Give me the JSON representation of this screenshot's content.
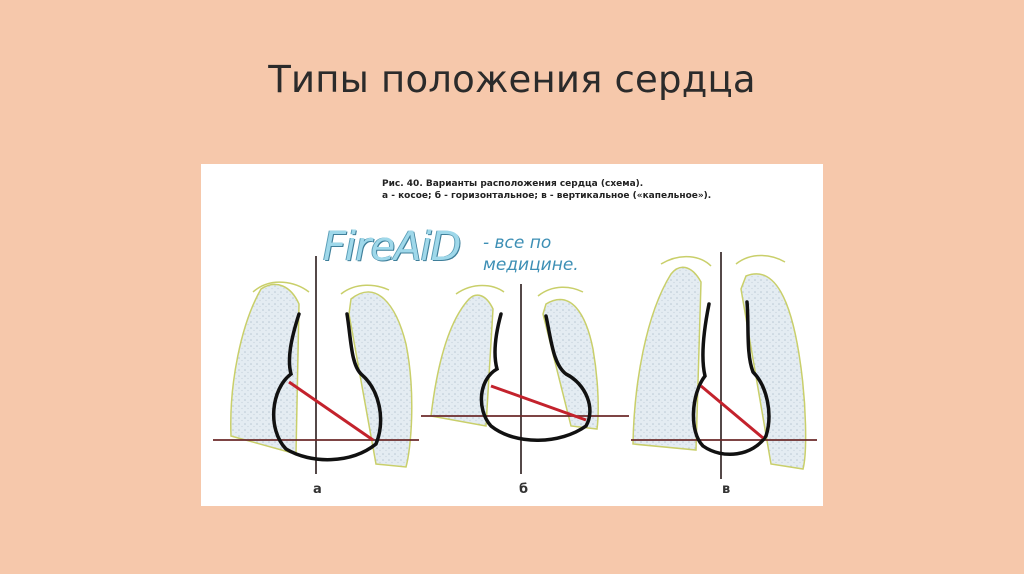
{
  "slide": {
    "title": "Типы положения сердца"
  },
  "figure": {
    "caption_line1": "Рис. 40. Варианты расположения сердца (схема).",
    "caption_line2": "а - косое; б - горизонтальное; в - вертикальное («капельное»)."
  },
  "watermark": {
    "logo": "FireAiD",
    "tagline_line1": "- все по",
    "tagline_line2": "медицине."
  },
  "panels": [
    {
      "label": "а",
      "position": "oblique"
    },
    {
      "label": "б",
      "position": "horizontal"
    },
    {
      "label": "в",
      "position": "vertical"
    }
  ],
  "colors": {
    "background": "#f6c8ab",
    "lung_outline": "#c9cf6a",
    "lung_fill": "#dde6ee",
    "heart_outline": "#111111",
    "axis_line": "#c3222c",
    "reference_lines": "#2a1a1a"
  }
}
